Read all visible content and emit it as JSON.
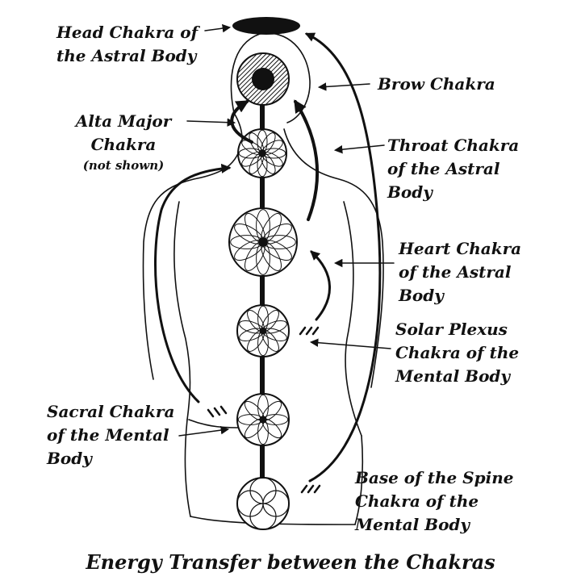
{
  "title": "Energy Transfer between the Chakras",
  "labels": {
    "head_astral": "Head Chakra of\nthe Astral Body",
    "brow": "Brow Chakra",
    "alta_major": "Alta Major\nChakra",
    "alta_note": "(not shown)",
    "throat_astral": "Throat Chakra\nof the Astral\nBody",
    "heart_astral": "Heart Chakra\nof the Astral\nBody",
    "solar_mental": "Solar Plexus\nChakra of the\nMental Body",
    "sacral_mental": "Sacral Chakra\nof the Mental\nBody",
    "base_mental": "Base of the Spine\nChakra of the\nMental Body"
  },
  "colors": {
    "ink": "#111111",
    "paper": "#ffffff"
  }
}
